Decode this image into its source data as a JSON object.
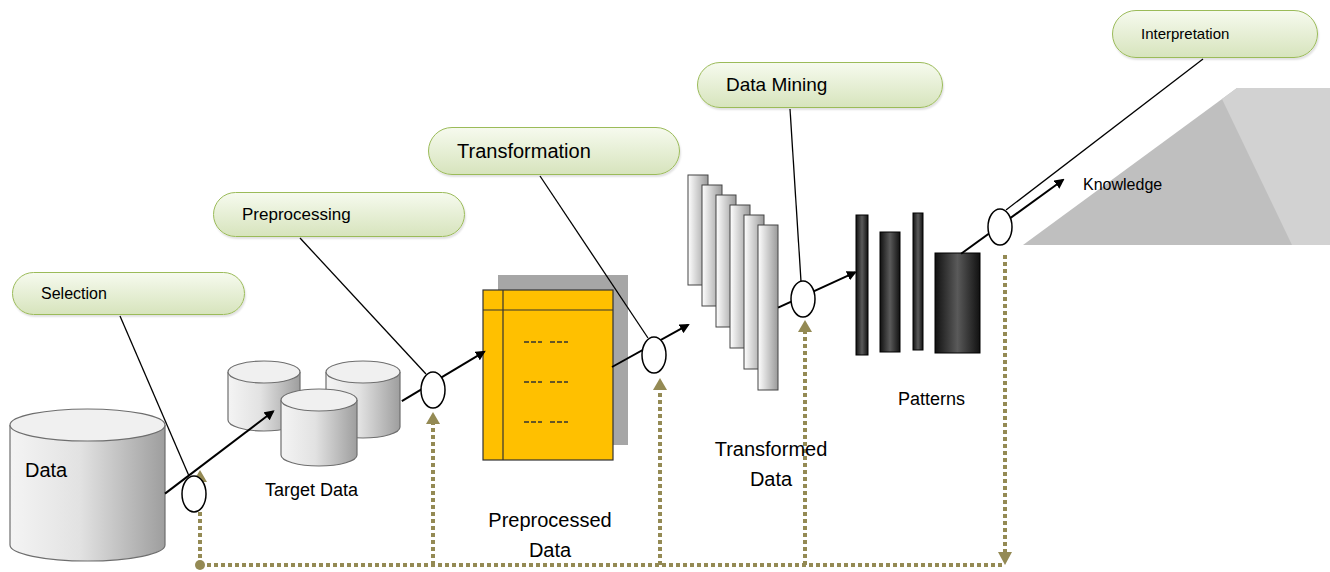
{
  "diagram": {
    "nodes": [
      {
        "text": [
          "Selection"
        ]
      },
      {
        "text": [
          "Preprocessing"
        ]
      },
      {
        "text": [
          "Transformation"
        ]
      },
      {
        "text": [
          "Data Mining"
        ]
      },
      {
        "text": [
          "Interpretation"
        ]
      },
      {
        "text": [
          "Data"
        ]
      },
      {
        "text": [
          "Target Data"
        ]
      },
      {
        "text": [
          "Preprocessed Data"
        ]
      },
      {
        "text": [
          "Transformed Data"
        ]
      },
      {
        "text": [
          "Patterns"
        ]
      },
      {
        "text": [
          "Knowledge"
        ]
      }
    ],
    "edges": [
      {
        "from": 5,
        "to": 6,
        "arrow": "to"
      },
      {
        "from": 6,
        "to": 7,
        "arrow": "to"
      },
      {
        "from": 7,
        "to": 8,
        "arrow": "to"
      },
      {
        "from": 8,
        "to": 9,
        "arrow": "to"
      },
      {
        "from": 9,
        "to": 10,
        "arrow": "to"
      }
    ]
  }
}
